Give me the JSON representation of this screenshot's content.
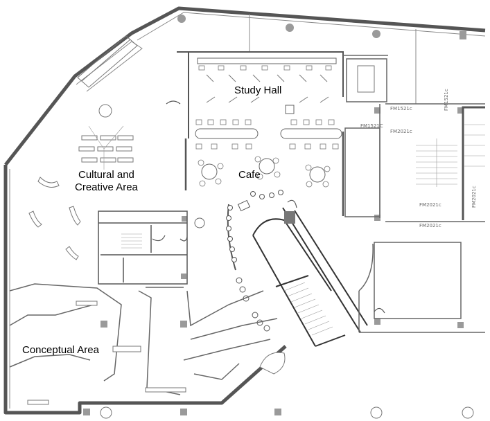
{
  "plan": {
    "zones": [
      {
        "id": "study-hall",
        "label": "Study Hall"
      },
      {
        "id": "cultural-creative",
        "line1": "Cultural and",
        "line2": "Creative Area"
      },
      {
        "id": "cafe",
        "label": "Cafe"
      },
      {
        "id": "conceptual",
        "label": "Conceptual Area"
      }
    ],
    "room_codes": [
      "FM1521c",
      "FM1521C",
      "FM2021c",
      "FM2021c",
      "FM2021c",
      "FM1521c",
      "FM2021c"
    ],
    "colors": {
      "wall": "#555555",
      "thin_line": "#888888",
      "column": "#9a9a9a",
      "furniture": "#777777"
    }
  }
}
